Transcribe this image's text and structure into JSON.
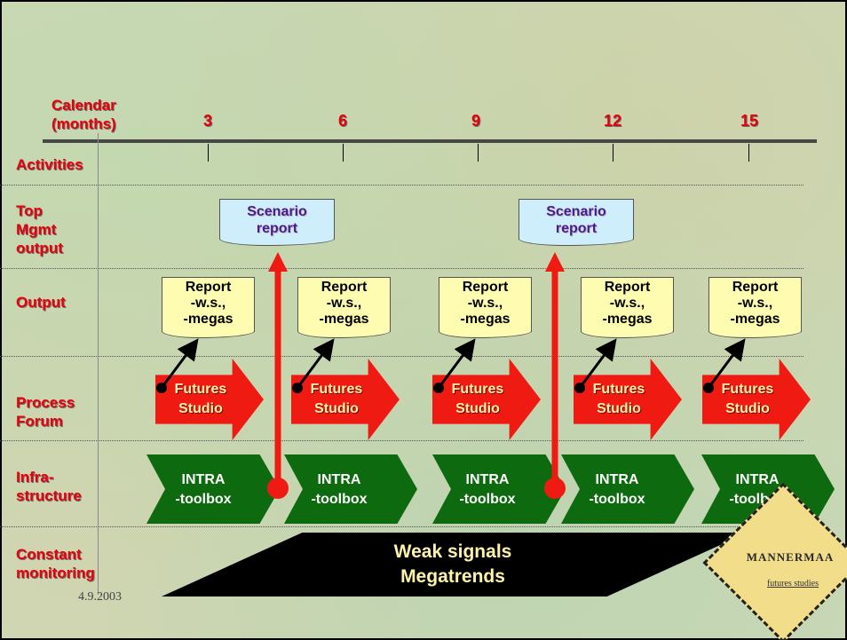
{
  "rows": {
    "calendar": "Calendar\n(months)",
    "activities": "Activities",
    "top_mgmt": "Top\nMgmt\noutput",
    "output": "Output",
    "process": "Process\nForum",
    "infra": "Infra-\nstructure",
    "monitoring": "Constant\nmonitoring"
  },
  "months": [
    "3",
    "6",
    "9",
    "12",
    "15"
  ],
  "scenario_reports": [
    "Scenario\nreport",
    "Scenario\nreport"
  ],
  "reports": [
    "Report\n-w.s.,\n-megas",
    "Report\n-w.s.,\n-megas",
    "Report\n-w.s.,\n-megas",
    "Report\n-w.s.,\n-megas",
    "Report\n-w.s.,\n-megas"
  ],
  "futures_studio": [
    "Futures\nStudio",
    "Futures\nStudio",
    "Futures\nStudio",
    "Futures\nStudio",
    "Futures\nStudio"
  ],
  "intra_toolbox": [
    "INTRA\n-toolbox",
    "INTRA\n-toolbox",
    "INTRA\n-toolbox",
    "INTRA\n-toolbox",
    "INTRA\n-toolbox"
  ],
  "constant_monitoring_band": "Weak signals\nMegatrends",
  "date": "4.9.2003",
  "logo": {
    "name": "MANNERMAA",
    "sub": "futures studies"
  },
  "colors": {
    "label_red": "#e8000b",
    "arrow_red": "#ef1a12",
    "toolbox_green": "#0e6a0f",
    "report_yellow": "#fefcb0",
    "scenario_blue": "#cdeefa"
  }
}
